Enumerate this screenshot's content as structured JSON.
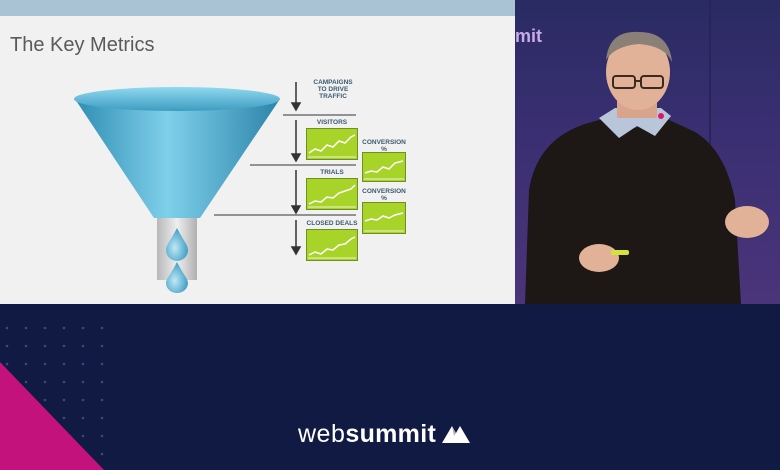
{
  "slide": {
    "title": "The Key Metrics",
    "stages": {
      "campaigns": "CAMPAIGNS TO DRIVE TRAFFIC",
      "visitors": "VISITORS",
      "conversion_1": "CONVERSION %",
      "trials": "TRIALS",
      "conversion_2": "CONVERSION %",
      "closed_deals": "CLOSED DEALS"
    }
  },
  "stage_brand_fragment": "mit",
  "brand": {
    "word_light": "web",
    "word_bold": "summit",
    "mark_icon": "websummit-mountain-icon"
  },
  "colors": {
    "funnel": "#4fb5d6",
    "metric_box": "#a8d42a",
    "background": "#101a42",
    "accent_magenta": "#c4127c"
  }
}
